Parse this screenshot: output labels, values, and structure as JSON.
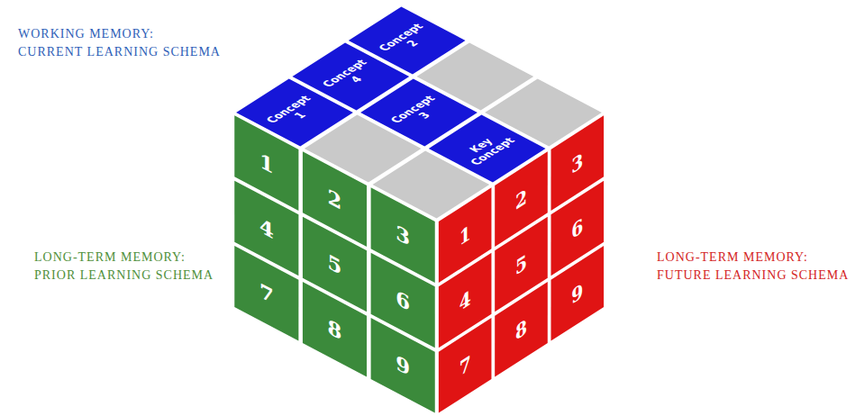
{
  "diagram": {
    "nodes": [
      {
        "text": [
          "Concept 1"
        ]
      },
      {
        "text": [
          "Concept 4"
        ]
      },
      {
        "text": [
          "Concept 2"
        ]
      },
      {
        "text": [
          "Concept 3"
        ]
      },
      {
        "text": [
          "Key Concept"
        ]
      },
      {
        "text": [
          "1"
        ]
      },
      {
        "text": [
          "2"
        ]
      },
      {
        "text": [
          "3"
        ]
      },
      {
        "text": [
          "4"
        ]
      },
      {
        "text": [
          "5"
        ]
      },
      {
        "text": [
          "6"
        ]
      },
      {
        "text": [
          "7"
        ]
      },
      {
        "text": [
          "8"
        ]
      },
      {
        "text": [
          "9"
        ]
      },
      {
        "text": [
          "1"
        ]
      },
      {
        "text": [
          "2"
        ]
      },
      {
        "text": [
          "3"
        ]
      },
      {
        "text": [
          "4"
        ]
      },
      {
        "text": [
          "5"
        ]
      },
      {
        "text": [
          "6"
        ]
      },
      {
        "text": [
          "7"
        ]
      },
      {
        "text": [
          "8"
        ]
      },
      {
        "text": [
          "9"
        ]
      }
    ],
    "labels": [
      "WORKING MEMORY: CURRENT LEARNING SCHEMA",
      "LONG-TERM MEMORY: PRIOR LEARNING SCHEMA",
      "LONG-TERM MEMORY: FUTURE LEARNING SCHEMA"
    ]
  }
}
